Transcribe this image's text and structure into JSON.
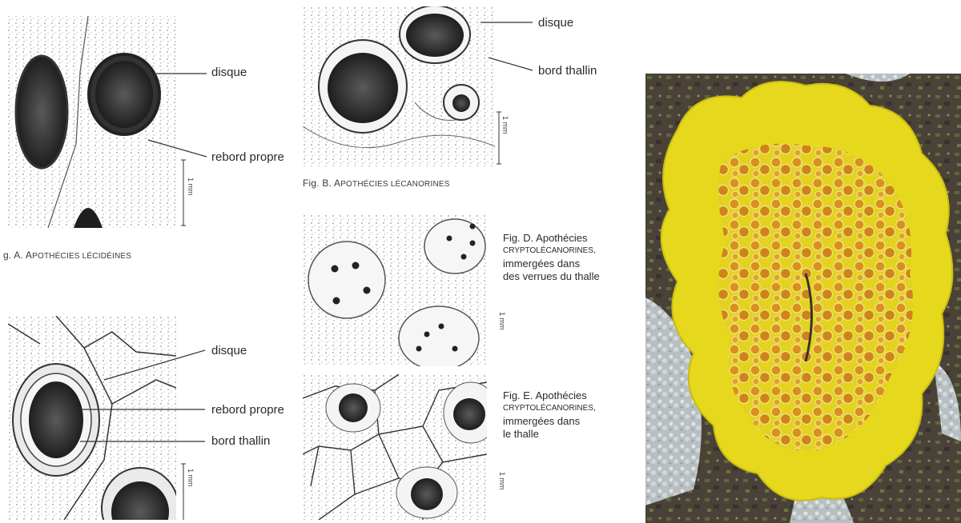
{
  "figA": {
    "caption_prefix": "g. A. A",
    "caption_rest": "POTHÉCIES LÉCIDÉINES",
    "labels": {
      "disque": "disque",
      "rebord_propre": "rebord propre"
    },
    "scale": "1 mm"
  },
  "figB": {
    "caption_prefix": "Fig. B. A",
    "caption_rest": "POTHÉCIES LÉCANORINES",
    "labels": {
      "disque": "disque",
      "bord_thallin": "bord thallin"
    },
    "scale": "1 mm"
  },
  "figC": {
    "labels": {
      "disque": "disque",
      "rebord_propre": "rebord propre",
      "bord_thallin": "bord thallin"
    },
    "scale": "1 mm"
  },
  "figD": {
    "line1": "Fig. D. Apothécies",
    "line2": "CRYPTOLÉCANORINES,",
    "line3": "immergées dans",
    "line4": "des verrues du thalle",
    "scale": "1 mm"
  },
  "figE": {
    "line1": "Fig. E. Apothécies",
    "line2": "CRYPTOLÉCANORINES,",
    "line3": "immergées dans",
    "line4": "le thalle",
    "scale": "1 mm"
  },
  "colors": {
    "lichen_yellow": "#e6d81c",
    "apothecia_orange": "#d9901e",
    "bark": "#4a4238",
    "grey_lichen": "#c7ced0"
  }
}
